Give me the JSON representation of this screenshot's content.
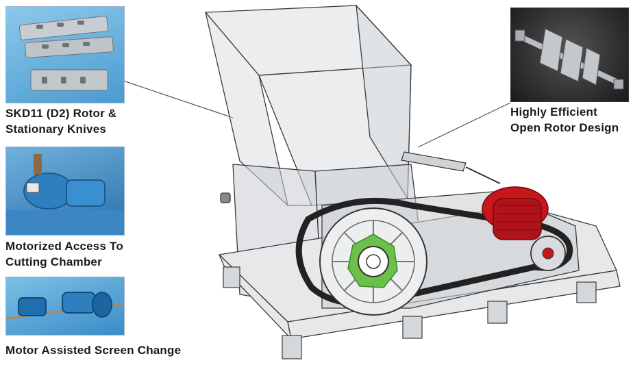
{
  "callouts": [
    {
      "lines": [
        "SKD11 (D2) Rotor &",
        "Stationary Knives"
      ]
    },
    {
      "lines": [
        "Motorized Access To",
        "Cutting Chamber"
      ]
    },
    {
      "lines": [
        "Motor Assisted Screen Change"
      ]
    },
    {
      "lines": [
        "Highly Efficient",
        "Open Rotor Design"
      ]
    }
  ],
  "colors": {
    "panel_blue": "#5aa8d8",
    "motor_blue": "#2f7fc0",
    "motor_red": "#c8161d",
    "rotor_green": "#6cc04a",
    "steel": "#b9bec4",
    "frame_line": "#3a3a3a"
  }
}
